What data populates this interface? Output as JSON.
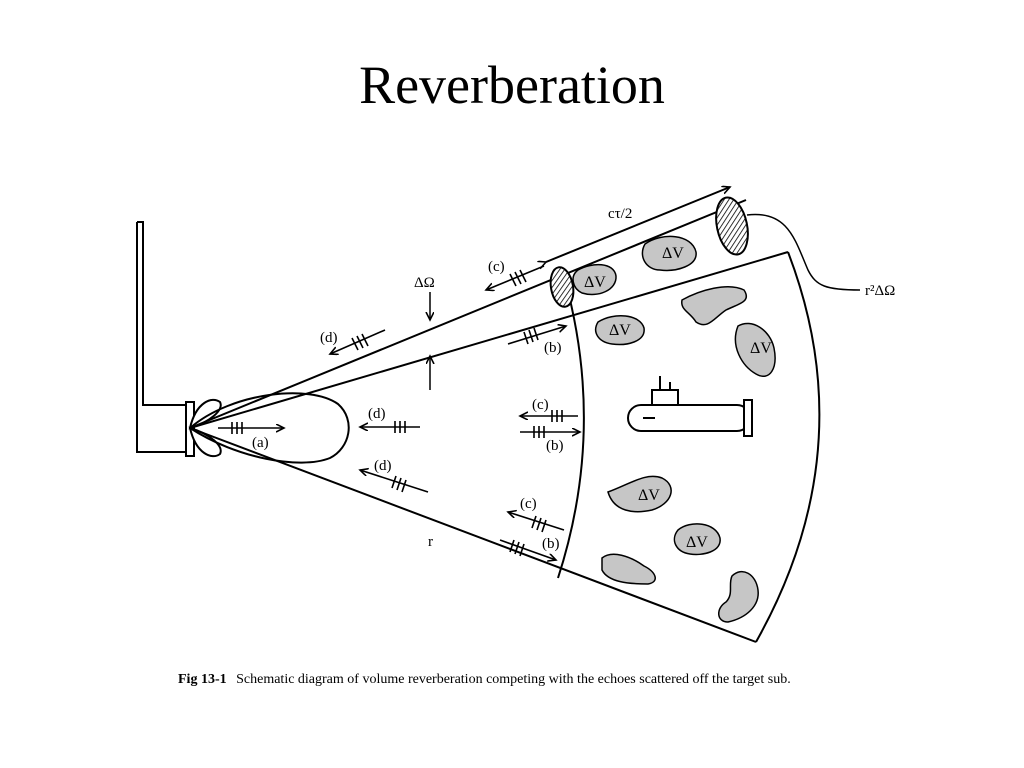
{
  "slide": {
    "title": "Reverberation"
  },
  "figure": {
    "caption_number": "Fig 13-1",
    "caption_text": "Schematic diagram of volume reverberation competing with the echoes scattered off the target sub.",
    "labels": {
      "pulse_length": "cτ/2",
      "solid_angle": "ΔΩ",
      "area": "r²ΔΩ",
      "range": "r",
      "volume_element": "ΔV",
      "path_a": "(a)",
      "path_b": "(b)",
      "path_c": "(c)",
      "path_d": "(d)"
    }
  }
}
